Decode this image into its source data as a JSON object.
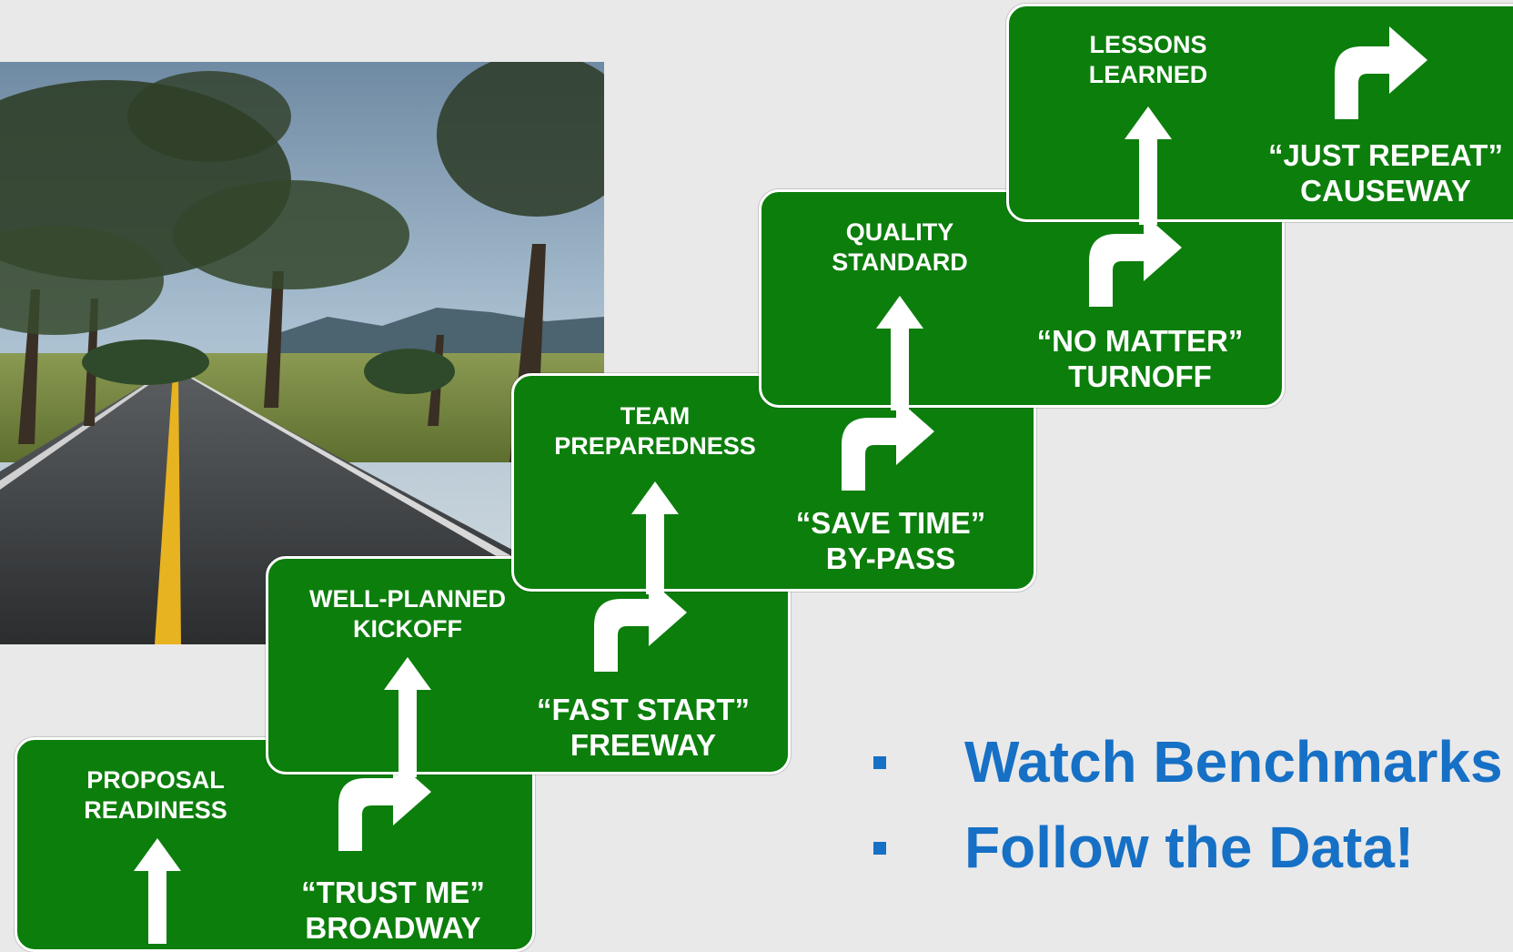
{
  "signs": [
    {
      "ahead_line1": "PROPOSAL",
      "ahead_line2": "READINESS",
      "turn_line1": "“TRUST ME”",
      "turn_line2": "BROADWAY"
    },
    {
      "ahead_line1": "WELL-PLANNED",
      "ahead_line2": "KICKOFF",
      "turn_line1": "“FAST START”",
      "turn_line2": "FREEWAY"
    },
    {
      "ahead_line1": "TEAM",
      "ahead_line2": "PREPAREDNESS",
      "turn_line1": "“SAVE TIME”",
      "turn_line2": "BY-PASS"
    },
    {
      "ahead_line1": "QUALITY",
      "ahead_line2": "STANDARD",
      "turn_line1": "“NO MATTER”",
      "turn_line2": "TURNOFF"
    },
    {
      "ahead_line1": "LESSONS",
      "ahead_line2": "LEARNED",
      "turn_line1": "“JUST REPEAT”",
      "turn_line2": "CAUSEWAY"
    }
  ],
  "bullets": [
    {
      "text": "Watch Benchmarks"
    },
    {
      "text": "Follow the Data!"
    }
  ],
  "colors": {
    "sign_green": "#0c7e0c",
    "sign_border": "#ffffff",
    "bullet_blue": "#1670c5",
    "background": "#e9e9e9"
  }
}
